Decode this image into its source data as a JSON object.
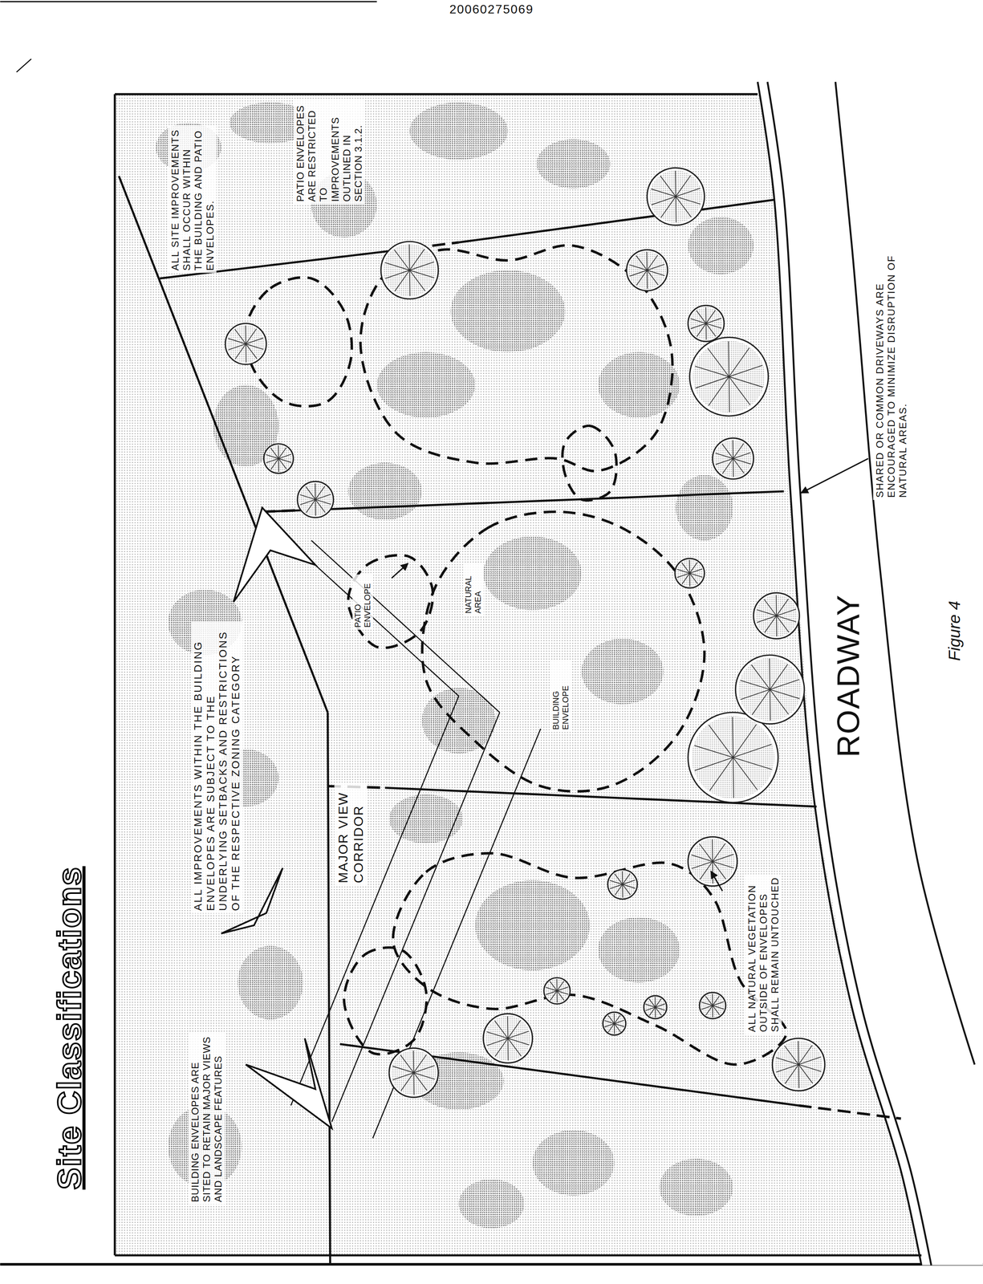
{
  "diagram": {
    "title": "Site Classifications",
    "caption": "Figure 4",
    "labels": [
      "20060275069",
      "BUILDING ENVELOPES ARE SITED TO RETAIN MAJOR VIEWS AND LANDSCAPE FEATURES",
      "ALL IMPROVEMENTS WITHIN THE BUILDING ENVELOPES ARE SUBJECT TO THE UNDERLYING SETBACKS AND RESTRICTIONS OF THE RESPECTIVE ZONING CATEGORY",
      "ALL SITE IMPROVEMENTS SHALL OCCUR WITHIN THE BUILDING AND PATIO ENVELOPES.",
      "PATIO ENVELOPES ARE RESTRICTED TO IMPROVEMENTS OUTLINED IN SECTION 3.1.2.",
      "MAJOR VIEW CORRIDOR",
      "PATIO ENVELOPE",
      "NATURAL AREA",
      "BUILDING ENVELOPE",
      "ALL NATURAL VEGETATION OUTSIDE OF ENVELOPES SHALL REMAIN UNTOUCHED",
      "SHARED OR COMMON DRIVEWAYS ARE ENCOURAGED TO MINIMIZE DISRUPTION OF NATURAL AREAS.",
      "ROADWAY"
    ]
  }
}
